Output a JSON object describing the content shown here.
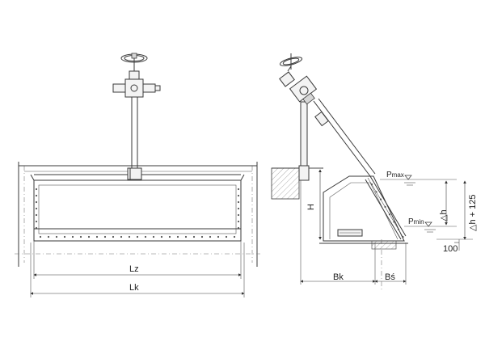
{
  "front_view": {
    "dim_lz": "Lz",
    "dim_lk": "Lk"
  },
  "side_view": {
    "dim_h": "H",
    "dim_bk": "Bk",
    "dim_bs": "Bś",
    "dim_delta_h": "h",
    "dim_delta_h125": "h + 125",
    "dim_100": "100",
    "level_max_prefix": "P",
    "level_max_sub": "max",
    "level_min_prefix": "P",
    "level_min_sub": "min"
  }
}
